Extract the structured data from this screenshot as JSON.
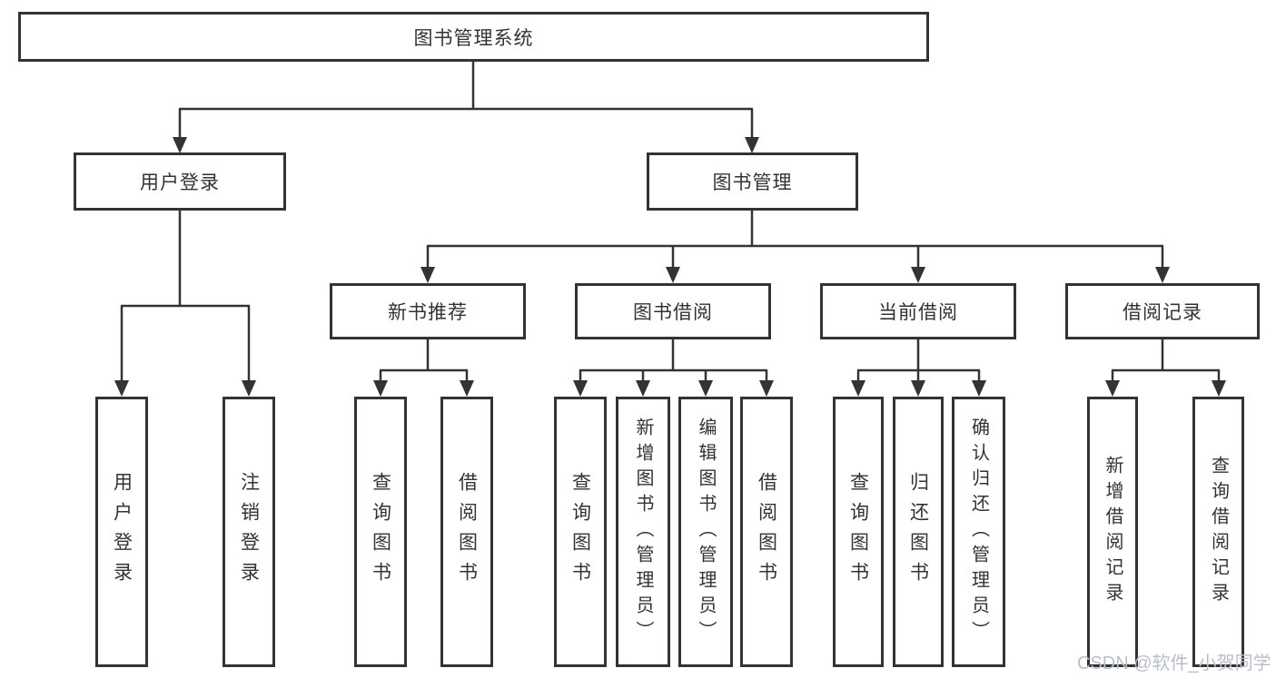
{
  "tree": {
    "root": {
      "label": "图书管理系统"
    },
    "branches": [
      {
        "label": "用户登录",
        "children": [
          {
            "label": "用户登录"
          },
          {
            "label": "注销登录"
          }
        ]
      },
      {
        "label": "图书管理",
        "sections": [
          {
            "label": "新书推荐",
            "children": [
              {
                "label": "查询图书"
              },
              {
                "label": "借阅图书"
              }
            ]
          },
          {
            "label": "图书借阅",
            "children": [
              {
                "label": "查询图书"
              },
              {
                "label": "新增图书（管理员）"
              },
              {
                "label": "编辑图书（管理员）"
              },
              {
                "label": "借阅图书"
              }
            ]
          },
          {
            "label": "当前借阅",
            "children": [
              {
                "label": "查询图书"
              },
              {
                "label": "归还图书"
              },
              {
                "label": "确认归还（管理员）"
              }
            ]
          },
          {
            "label": "借阅记录",
            "children": [
              {
                "label": "新增借阅记录"
              },
              {
                "label": "查询借阅记录"
              }
            ]
          }
        ]
      }
    ]
  },
  "watermark": {
    "text": "CSDN @软件_小贺同学"
  },
  "colors": {
    "line": "#333333",
    "box_border": "#333333",
    "text": "#333333",
    "watermark": "#b9bfc9",
    "background": "#ffffff"
  }
}
